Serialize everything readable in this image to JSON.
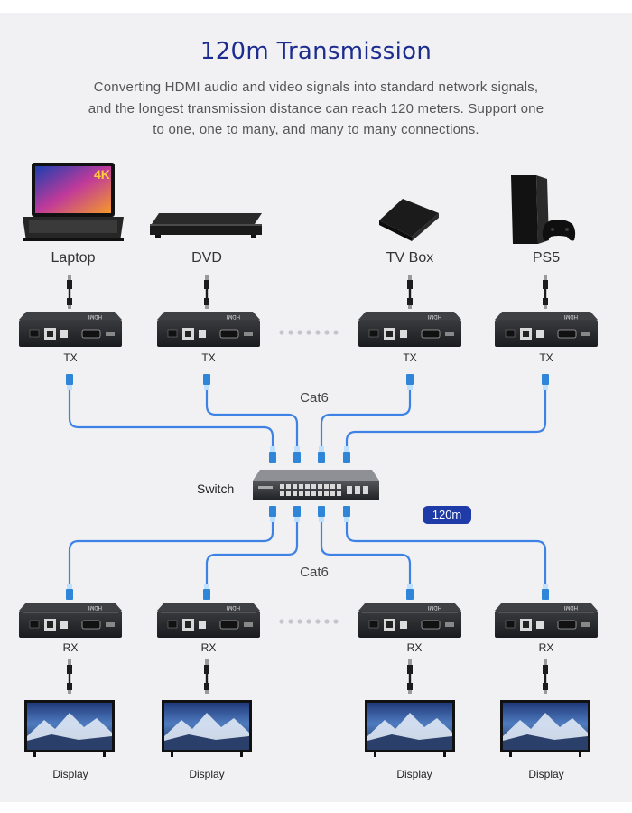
{
  "title": "120m Transmission",
  "description": [
    "Converting HDMI audio and video signals into standard network signals,",
    "and the longest transmission distance can reach 120 meters. Support one",
    "to one, one to many, and many to many connections."
  ],
  "sources": [
    {
      "label": "Laptop",
      "badge": "4K"
    },
    {
      "label": "DVD"
    },
    {
      "label": "TV Box"
    },
    {
      "label": "PS5"
    }
  ],
  "transmitter_label": "TX",
  "receiver_label": "RX",
  "device_port_label": "HDMI",
  "cable_label": "Cat6",
  "switch_label": "Switch",
  "distance_badge": "120m",
  "display_label": "Display",
  "colors": {
    "title": "#1d2c8f",
    "cable": "#3e82e6",
    "badge": "#1e3ba8",
    "device": "#2a2b2e"
  }
}
